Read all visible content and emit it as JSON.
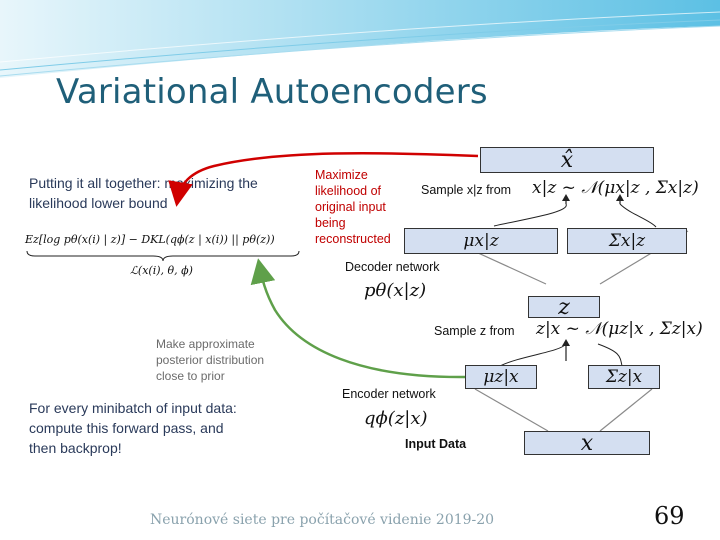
{
  "slide": {
    "title": "Variational Autoencoders",
    "left_text": "Putting it all together: maximizing the likelihood lower bound",
    "approx_text": "Make approximate posterior distribution close to prior",
    "minibatch_text": "For every minibatch of input data: compute this forward pass, and then backprop!",
    "maximize_text": "Maximize likelihood of original input being reconstructed",
    "sample_xz": "Sample x|z from",
    "decoder_label": "Decoder network",
    "sample_z": "Sample z from",
    "encoder_label": "Encoder network",
    "input_label": "Input Data",
    "footer": "Neurónové siete pre počítačové videnie 2019-20",
    "page": "69"
  },
  "math": {
    "xhat": "x̂",
    "x_dist": "x|z ~ 𝒩(μx|z , Σx|z)",
    "mu_xz": "μx|z",
    "sigma_xz": "Σx|z",
    "p_theta": "pθ(x|z)",
    "z": "z",
    "z_dist": "z|x ~ 𝒩(μz|x , Σz|x)",
    "mu_zx": "μz|x",
    "sigma_zx": "Σz|x",
    "q_phi": "qϕ(z|x)",
    "x": "x",
    "elbo": "Ez[log pθ(x(i) | z)] − DKL(qϕ(z | x(i)) || pθ(z))",
    "elbo_sub": "ℒ(x(i), θ, ϕ)"
  },
  "colors": {
    "title": "#1f5f79",
    "red_arrow": "#d00000",
    "green_arrow": "#5fa04a",
    "box_fill": "#d4dff1",
    "banner": "#6cc6e6"
  }
}
